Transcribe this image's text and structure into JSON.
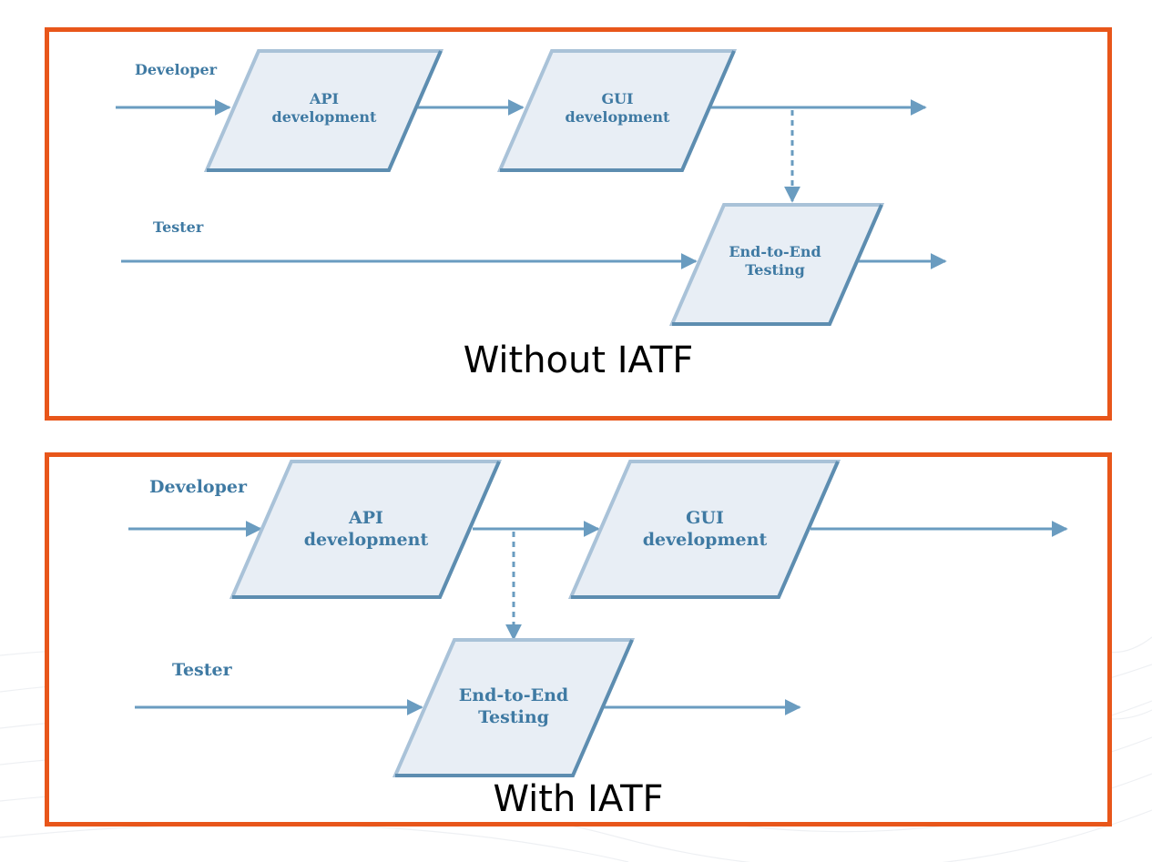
{
  "colors": {
    "frame": "#e8561a",
    "shape_fill": "#e8eef5",
    "shape_stroke_light": "#a9c2d8",
    "shape_stroke_dark": "#5d8db0",
    "arrow": "#6a9cc0",
    "label_text": "#3f7aa3"
  },
  "without_iatf": {
    "caption": "Without IATF",
    "developer_label": "Developer",
    "tester_label": "Tester",
    "api_label": "API\ndevelopment",
    "gui_label": "GUI\ndevelopment",
    "e2e_label": "End-to-End\nTesting"
  },
  "with_iatf": {
    "caption": "With IATF",
    "developer_label": "Developer",
    "tester_label": "Tester",
    "api_label": "API\ndevelopment",
    "gui_label": "GUI\ndevelopment",
    "e2e_label": "End-to-End\nTesting"
  }
}
